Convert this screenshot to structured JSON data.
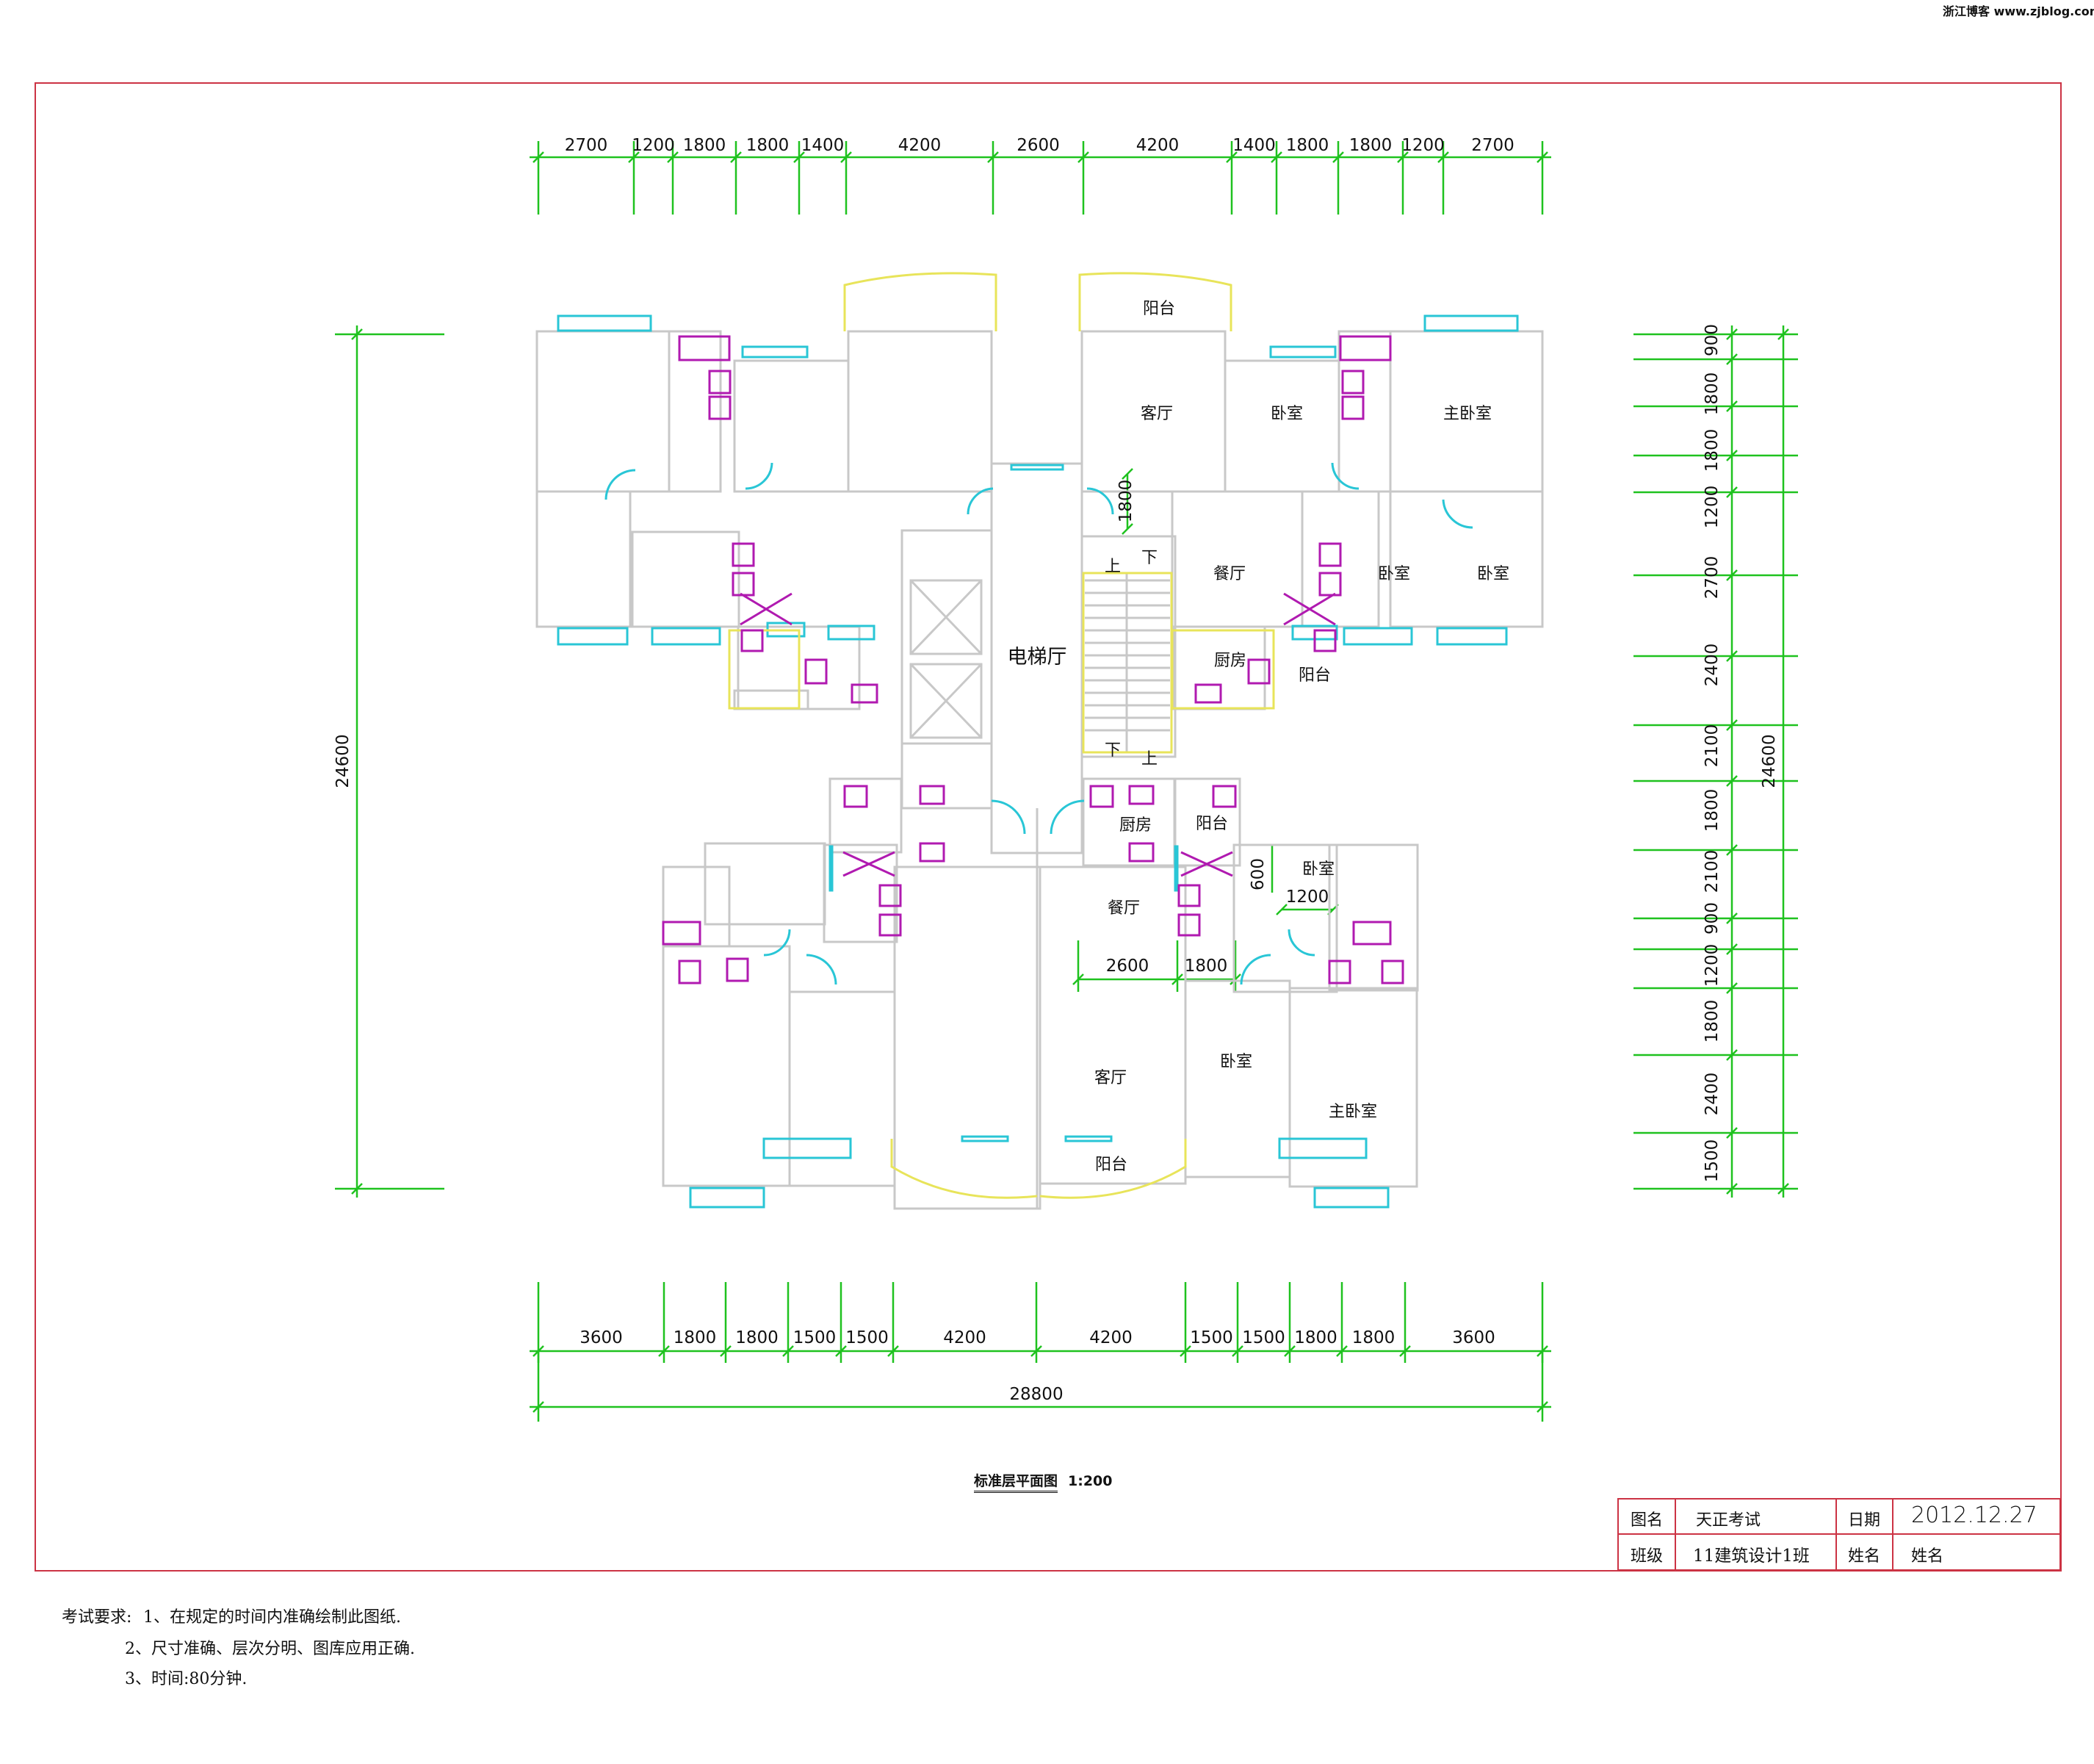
{
  "watermark": "浙江博客 www.zjblog.com",
  "drawing_title": "标准层平面图",
  "drawing_scale": "1:200",
  "colors": {
    "border": "#cc3344",
    "wall": "#c8c8c8",
    "window": "#29c6d6",
    "balcony": "#e8e45a",
    "fixture": "#b01ab0",
    "dimension": "#1fc21f",
    "text": "#111111"
  },
  "dimensions": {
    "top": [
      "2700",
      "1200",
      "1800",
      "1800",
      "1400",
      "4200",
      "2600",
      "4200",
      "1400",
      "1800",
      "1800",
      "1200",
      "2700"
    ],
    "bottom": [
      "3600",
      "1800",
      "1800",
      "1500",
      "1500",
      "4200",
      "4200",
      "1500",
      "1500",
      "1800",
      "1800",
      "3600"
    ],
    "bottom_total": "28800",
    "left_total": "24600",
    "right": [
      "900",
      "1800",
      "1800",
      "1200",
      "2700",
      "2400",
      "2100",
      "1800",
      "2100",
      "900",
      "1200",
      "1800",
      "2400",
      "1500"
    ],
    "right_total": "24600",
    "inner": [
      "1800",
      "600",
      "1200",
      "2600",
      "1800"
    ]
  },
  "rooms": {
    "balcony": "阳台",
    "living": "客厅",
    "bedroom": "卧室",
    "master_bedroom": "主卧室",
    "dining": "餐厅",
    "kitchen": "厨房",
    "elevator_hall": "电梯厅",
    "up": "上",
    "down": "下"
  },
  "title_block": {
    "drawing_name_label": "图名",
    "drawing_name": "天正考试",
    "date_label": "日期",
    "date": "2012.12.27",
    "class_label": "班级",
    "class_name": "11建筑设计1班",
    "student_label": "姓名",
    "student_name": "姓名"
  },
  "requirements": {
    "label": "考试要求:",
    "items": [
      "1、在规定的时间内准确绘制此图纸.",
      "2、尺寸准确、层次分明、图库应用正确.",
      "3、时间:80分钟."
    ]
  }
}
